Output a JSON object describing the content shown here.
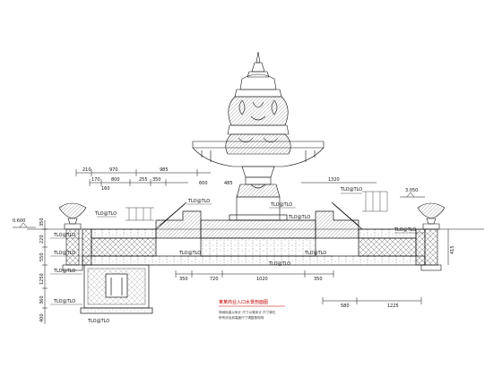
{
  "drawing": {
    "title": "某某商业入口水景剖面图",
    "subtitle_lines": [
      "场地标高以米计 尺寸以毫米计 尺寸单位",
      "所有涉及到高度尺寸请复核现场"
    ]
  },
  "dimensions": {
    "top": [
      "210",
      "970",
      "985"
    ],
    "second": [
      "170",
      "800",
      "255",
      "350"
    ],
    "third": [
      "160"
    ],
    "upper_left_small": [
      "600",
      "485"
    ],
    "right_top": [
      "1320"
    ],
    "bottom": [
      "350",
      "720",
      "1020",
      "350"
    ],
    "bottom_right": [
      "580",
      "1225"
    ],
    "left_vertical": [
      "350",
      "220",
      "550",
      "1250",
      "360",
      "400"
    ],
    "right_vertical": [
      "415"
    ]
  },
  "elevations": {
    "left": "0.600",
    "right": "3.050"
  },
  "callouts": [
    "TLO@TLO",
    "TLO@TLO",
    "TLO@TLO",
    "TLO@TLO",
    "TLO@TLO",
    "TLO@TLO",
    "TLO@TLO",
    "TLO@TLO",
    "TLO@TLO",
    "TLO@TLO",
    "TLO@TLO",
    "TLO@TLO",
    "TLO@TLO",
    "TLO@TLO"
  ],
  "colors": {
    "line": "#111111",
    "title": "#c00000",
    "hatch": "#555555"
  }
}
